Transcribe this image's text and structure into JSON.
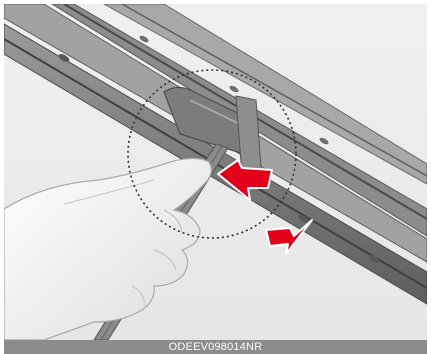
{
  "figure": {
    "code": "ODEEV098014NR"
  },
  "colors": {
    "background": "#ededed",
    "blade": "#7a7a7a",
    "blade_dark": "#5c5c5c",
    "arm": "#8a8a8a",
    "hand": "#f4f4f4",
    "arrow_fill": "#e3001b",
    "arrow_outline": "#ffffff",
    "caption_bar": "#8c8c8c",
    "caption_text": "#ffffff"
  },
  "icons": [
    "wiper-blade",
    "wiper-arm",
    "wiper-clip",
    "hand",
    "detail-circle",
    "arrow-push-in",
    "arrow-pull-out"
  ]
}
